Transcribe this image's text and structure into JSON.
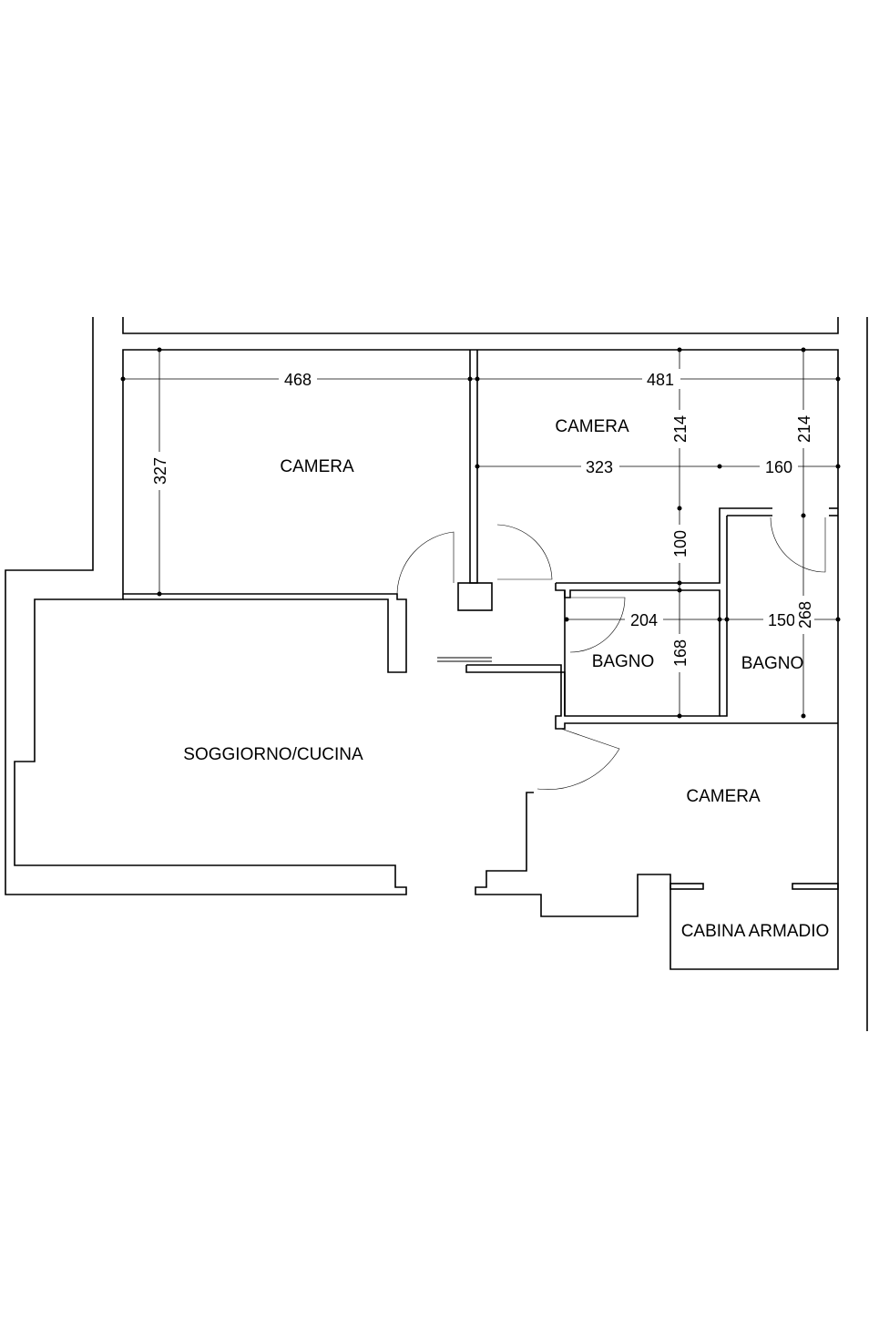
{
  "rooms": {
    "camera_top_left": "CAMERA",
    "camera_top_right": "CAMERA",
    "soggiorno": "SOGGIORNO/CUCINA",
    "bagno_left": "BAGNO",
    "bagno_right": "BAGNO",
    "camera_bottom": "CAMERA",
    "cabina": "CABINA ARMADIO"
  },
  "dimensions": {
    "w_468": "468",
    "w_481": "481",
    "w_323": "323",
    "w_160": "160",
    "w_204": "204",
    "w_150": "150",
    "h_327": "327",
    "h_214_a": "214",
    "h_214_b": "214",
    "h_100": "100",
    "h_168": "168",
    "h_268": "268"
  }
}
